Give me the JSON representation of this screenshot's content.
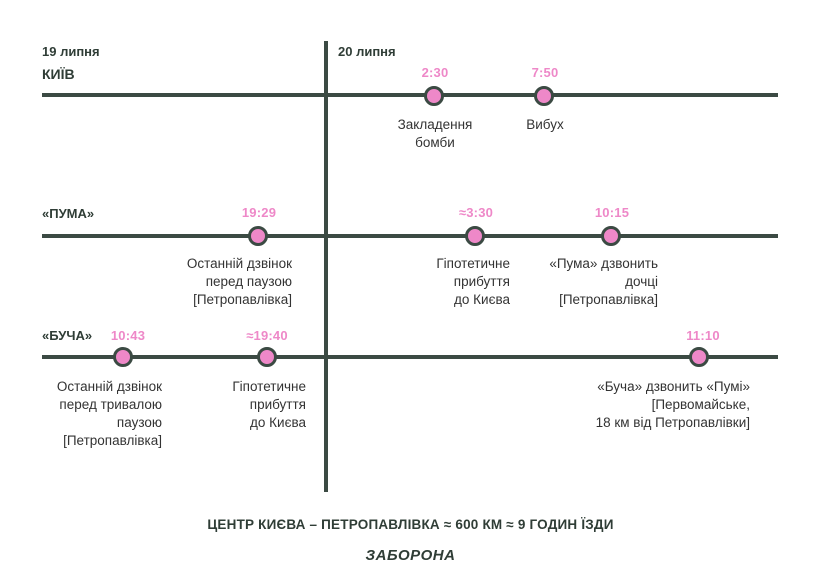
{
  "dates": {
    "day1": "19 липня",
    "day2": "20 липня"
  },
  "tracks": {
    "kyiv": "КИЇВ",
    "puma": "«ПУМА»",
    "bucha": "«БУЧА»"
  },
  "events": {
    "kyiv": [
      {
        "time": "2:30",
        "label": [
          "Закладення",
          "бомби"
        ]
      },
      {
        "time": "7:50",
        "label": [
          "Вибух"
        ]
      }
    ],
    "puma": [
      {
        "time": "19:29",
        "label": [
          "Останній дзвінок",
          "перед паузою",
          "[Петропавлівка]"
        ]
      },
      {
        "time": "≈3:30",
        "label": [
          "Гіпотетичне",
          "прибуття",
          "до Києва"
        ]
      },
      {
        "time": "10:15",
        "label": [
          "«Пума» дзвонить",
          "дочці",
          "[Петропавлівка]"
        ]
      }
    ],
    "bucha": [
      {
        "time": "10:43",
        "label": [
          "Останній дзвінок",
          "перед тривалою",
          "паузою",
          "[Петропавлівка]"
        ]
      },
      {
        "time": "≈19:40",
        "label": [
          "Гіпотетичне",
          "прибуття",
          "до Києва"
        ]
      },
      {
        "time": "11:10",
        "label": [
          "«Буча» дзвонить «Пумі»",
          "[Первомайське,",
          "18 км від Петропавлівки]"
        ]
      }
    ]
  },
  "footer": "ЦЕНТР КИЄВА – ПЕТРОПАВЛІВКА ≈ 600 КМ ≈ 9 ГОДИН ЇЗДИ",
  "logo": "ЗАБОРОНА",
  "colors": {
    "accent": "#ee88c8",
    "line": "#3b4a43",
    "text": "#2f3d36"
  }
}
